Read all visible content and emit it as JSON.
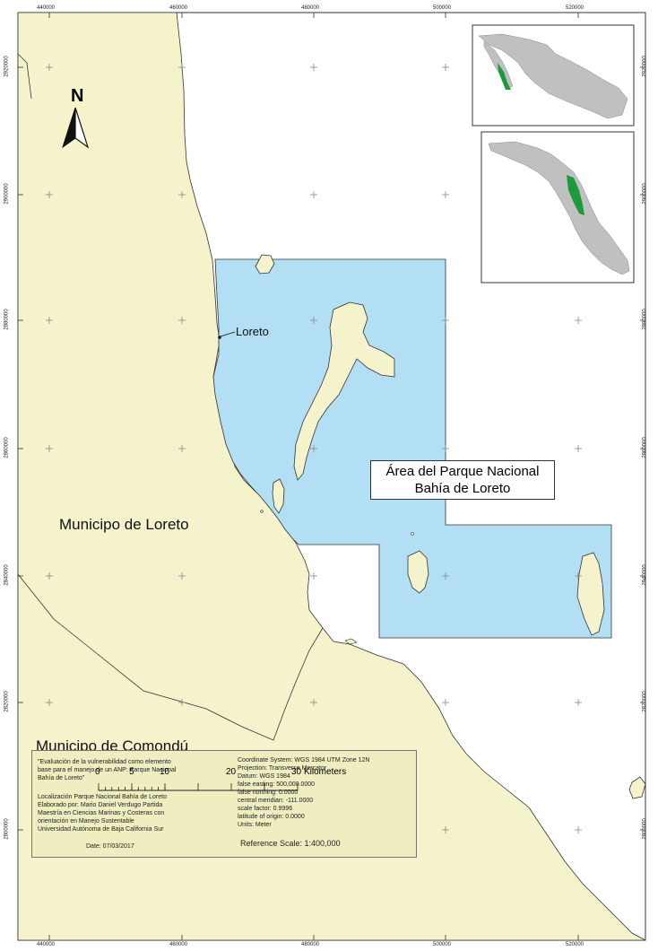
{
  "map": {
    "colors": {
      "land": "#f4f3cc",
      "park": "#b2dff3",
      "sea": "#ffffff",
      "mexico": "#c0c0c0",
      "highlight": "#1e9a3c"
    },
    "easting_labels": [
      "440000",
      "460000",
      "480000",
      "500000",
      "520000"
    ],
    "northing_labels": [
      "2920000",
      "2900000",
      "2880000",
      "2860000",
      "2840000",
      "2820000",
      "2800000"
    ],
    "north_arrow": {
      "letter": "N",
      "icon": "north-arrow-icon"
    },
    "place_labels": {
      "town": "Loreto",
      "municipality_loreto": "Municipo de Loreto",
      "municipality_comondu": "Municipo de Comondú"
    },
    "park_label": [
      "Área del Parque Nacional",
      "Bahía de Loreto"
    ],
    "scale_bar": {
      "ticks": [
        "0",
        "5",
        "10",
        "20",
        "30"
      ],
      "unit": "Kilometers"
    }
  },
  "legend": {
    "title_lines": [
      "\"Evaluación de la vulnerabilidad como elemento",
      "base para el manejo de un ANP: Parque Nacional",
      "Bahía de Loreto\""
    ],
    "credit_lines": [
      "Localización Parque Nacional Bahía de Loreto",
      "Elaborado por: Mario Daniel Verdugo Partida",
      "Maestría en Ciencias Marinas y Costeras con",
      "orientación en Manejo Sustentable",
      "Universidad Autónoma de Baja California Sur"
    ],
    "date": "Date: 07/03/2017",
    "projection_lines": [
      "Coordinate System: WGS 1984 UTM Zone 12N",
      "Projection: Transverse Mercator",
      "Datum: WGS 1984",
      "false easting: 500,000.0000",
      "false northing: 0.0000",
      "central meridian: -111.0000",
      "scale factor: 0.9996",
      "latitude of origin: 0.0000",
      "Units: Meter"
    ],
    "reference_scale": "Reference Scale: 1:400,000"
  }
}
